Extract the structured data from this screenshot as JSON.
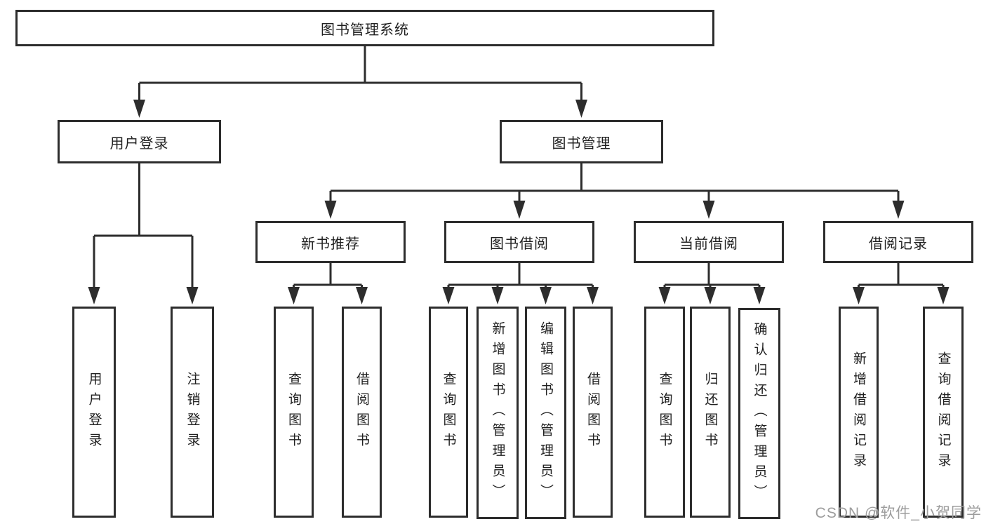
{
  "diagram": {
    "root": {
      "label": "图书管理系统"
    },
    "branches": [
      {
        "label": "用户登录",
        "leaves": [
          {
            "label": "用户登录"
          },
          {
            "label": "注销登录"
          }
        ]
      },
      {
        "label": "图书管理",
        "groups": [
          {
            "label": "新书推荐",
            "leaves": [
              {
                "label": "查询图书"
              },
              {
                "label": "借阅图书"
              }
            ]
          },
          {
            "label": "图书借阅",
            "leaves": [
              {
                "label": "查询图书"
              },
              {
                "label": "新增图书（管理员）"
              },
              {
                "label": "编辑图书（管理员）"
              },
              {
                "label": "借阅图书"
              }
            ]
          },
          {
            "label": "当前借阅",
            "leaves": [
              {
                "label": "查询图书"
              },
              {
                "label": "归还图书"
              },
              {
                "label": "确认归还（管理员）"
              }
            ]
          },
          {
            "label": "借阅记录",
            "leaves": [
              {
                "label": "新增借阅记录"
              },
              {
                "label": "查询借阅记录"
              }
            ]
          }
        ]
      }
    ]
  },
  "watermark": {
    "text": "CSDN @软件_小贺同学"
  },
  "colors": {
    "line": "#2d2d2d",
    "text": "#1f1f1f",
    "watermark": "#9d9d9d",
    "background": "#ffffff"
  }
}
